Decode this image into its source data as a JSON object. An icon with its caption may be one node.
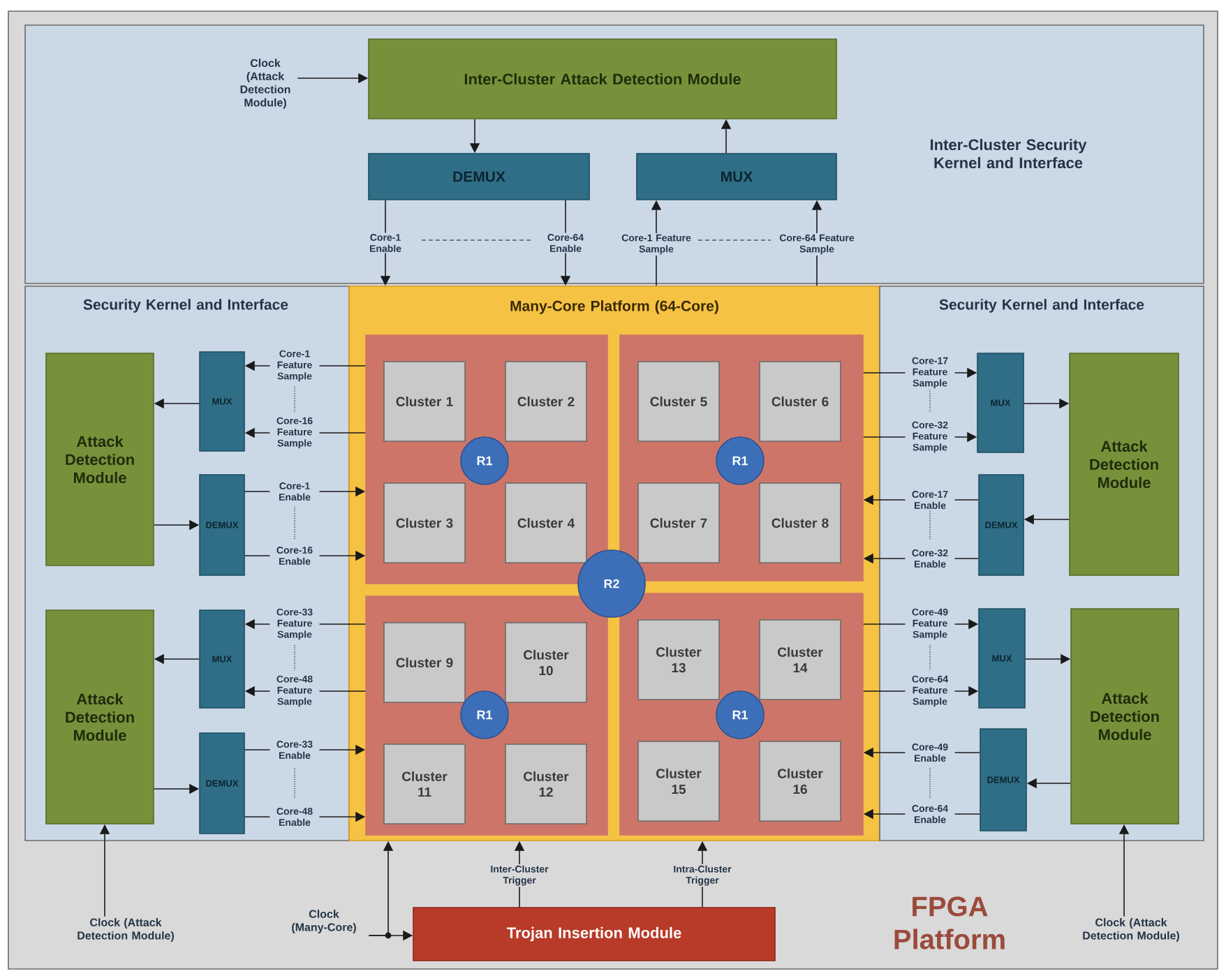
{
  "diagram": {
    "nodes": [
      {
        "text": [
          "FPGA Platform"
        ]
      },
      {
        "text": [
          "Inter-Cluster Security Kernel and Interface"
        ],
        "in": 0
      },
      {
        "text": [
          "Inter-Cluster Attack Detection Module"
        ],
        "in": 1
      },
      {
        "text": [
          "DEMUX"
        ],
        "in": 1
      },
      {
        "text": [
          "MUX"
        ],
        "in": 1
      },
      {
        "text": [
          "Security Kernel and Interface"
        ],
        "in": 0
      },
      {
        "text": [
          "Attack Detection Module"
        ],
        "in": 5
      },
      {
        "text": [
          "MUX"
        ],
        "in": 5
      },
      {
        "text": [
          "DEMUX"
        ],
        "in": 5
      },
      {
        "text": [
          "Attack Detection Module"
        ],
        "in": 5
      },
      {
        "text": [
          "MUX"
        ],
        "in": 5
      },
      {
        "text": [
          "DEMUX"
        ],
        "in": 5
      },
      {
        "text": [
          "Many-Core Platform (64-Core)"
        ],
        "in": 0
      },
      {
        "text": [],
        "shape": "box",
        "in": 12
      },
      {
        "text": [
          "Cluster 1"
        ],
        "in": 13
      },
      {
        "text": [
          "Cluster 2"
        ],
        "in": 13
      },
      {
        "text": [
          "Cluster 3"
        ],
        "in": 13
      },
      {
        "text": [
          "Cluster 4"
        ],
        "in": 13
      },
      {
        "text": [
          "R1"
        ],
        "in": 13
      },
      {
        "text": [],
        "shape": "box",
        "in": 12
      },
      {
        "text": [
          "Cluster 5"
        ],
        "in": 19
      },
      {
        "text": [
          "Cluster 6"
        ],
        "in": 19
      },
      {
        "text": [
          "Cluster 7"
        ],
        "in": 19
      },
      {
        "text": [
          "Cluster 8"
        ],
        "in": 19
      },
      {
        "text": [
          "R1"
        ],
        "in": 19
      },
      {
        "text": [],
        "shape": "box",
        "in": 12
      },
      {
        "text": [
          "Cluster 9"
        ],
        "in": 25
      },
      {
        "text": [
          "Cluster 10"
        ],
        "in": 25
      },
      {
        "text": [
          "Cluster 11"
        ],
        "in": 25
      },
      {
        "text": [
          "Cluster 12"
        ],
        "in": 25
      },
      {
        "text": [
          "R1"
        ],
        "in": 25
      },
      {
        "text": [],
        "shape": "box",
        "in": 12
      },
      {
        "text": [
          "Cluster 13"
        ],
        "in": 31
      },
      {
        "text": [
          "Cluster 14"
        ],
        "in": 31
      },
      {
        "text": [
          "Cluster 15"
        ],
        "in": 31
      },
      {
        "text": [
          "Cluster 16"
        ],
        "in": 31
      },
      {
        "text": [
          "R1"
        ],
        "in": 31
      },
      {
        "text": [
          "R2"
        ],
        "in": 12
      },
      {
        "text": [
          "Security Kernel and Interface"
        ],
        "in": 0
      },
      {
        "text": [
          "MUX"
        ],
        "in": 38
      },
      {
        "text": [
          "Attack Detection Module"
        ],
        "in": 38
      },
      {
        "text": [
          "DEMUX"
        ],
        "in": 38
      },
      {
        "text": [
          "MUX"
        ],
        "in": 38
      },
      {
        "text": [
          "Attack Detection Module"
        ],
        "in": 38
      },
      {
        "text": [
          "DEMUX"
        ],
        "in": 38
      },
      {
        "text": [
          "Trojan Insertion Module"
        ],
        "in": 0
      },
      {
        "text": [
          "Clock (Attack Detection Module)"
        ],
        "in": 1
      },
      {
        "text": [
          "Clock (Attack Detection Module)"
        ],
        "in": 0
      },
      {
        "text": [
          "Clock (Many-Core)"
        ],
        "in": 0
      },
      {
        "text": [
          "Clock (Attack Detection Module)"
        ],
        "in": 0
      }
    ],
    "edges": [
      {
        "from": 46,
        "to": 2,
        "arrow": "to"
      },
      {
        "from": 2,
        "to": 3,
        "arrow": "to"
      },
      {
        "from": 4,
        "to": 2,
        "arrow": "to"
      },
      {
        "from": 3,
        "to": 12,
        "arrow": "to",
        "label": "Core-1 Enable"
      },
      {
        "from": 3,
        "to": 12,
        "arrow": "to",
        "label": "Core-64 Enable"
      },
      {
        "from": 12,
        "to": 4,
        "arrow": "to",
        "label": "Core-1 Feature Sample"
      },
      {
        "from": 12,
        "to": 4,
        "arrow": "to",
        "label": "Core-64 Feature Sample"
      },
      {
        "from": 13,
        "to": 7,
        "arrow": "to",
        "label": "Core-1 Feature Sample"
      },
      {
        "from": 13,
        "to": 7,
        "arrow": "to",
        "label": "Core-16 Feature Sample"
      },
      {
        "from": 7,
        "to": 6,
        "arrow": "to"
      },
      {
        "from": 6,
        "to": 8,
        "arrow": "to"
      },
      {
        "from": 8,
        "to": 13,
        "arrow": "to",
        "label": "Core-1 Enable"
      },
      {
        "from": 8,
        "to": 13,
        "arrow": "to",
        "label": "Core-16 Enable"
      },
      {
        "from": 25,
        "to": 10,
        "arrow": "to",
        "label": "Core-33 Feature Sample"
      },
      {
        "from": 25,
        "to": 10,
        "arrow": "to",
        "label": "Core-48 Feature Sample"
      },
      {
        "from": 10,
        "to": 9,
        "arrow": "to"
      },
      {
        "from": 9,
        "to": 11,
        "arrow": "to"
      },
      {
        "from": 11,
        "to": 25,
        "arrow": "to",
        "label": "Core-33 Enable"
      },
      {
        "from": 11,
        "to": 25,
        "arrow": "to",
        "label": "Core-48 Enable"
      },
      {
        "from": 19,
        "to": 39,
        "arrow": "to",
        "label": "Core-17 Feature Sample"
      },
      {
        "from": 19,
        "to": 39,
        "arrow": "to",
        "label": "Core-32 Feature Sample"
      },
      {
        "from": 39,
        "to": 40,
        "arrow": "to"
      },
      {
        "from": 40,
        "to": 41,
        "arrow": "to"
      },
      {
        "from": 41,
        "to": 19,
        "arrow": "to",
        "label": "Core-17 Enable"
      },
      {
        "from": 41,
        "to": 19,
        "arrow": "to",
        "label": "Core-32 Enable"
      },
      {
        "from": 31,
        "to": 42,
        "arrow": "to",
        "label": "Core-49 Feature Sample"
      },
      {
        "from": 31,
        "to": 42,
        "arrow": "to",
        "label": "Core-64 Feature Sample"
      },
      {
        "from": 42,
        "to": 43,
        "arrow": "to"
      },
      {
        "from": 43,
        "to": 44,
        "arrow": "to"
      },
      {
        "from": 44,
        "to": 31,
        "arrow": "to",
        "label": "Core-49 Enable"
      },
      {
        "from": 44,
        "to": 31,
        "arrow": "to",
        "label": "Core-64 Enable"
      },
      {
        "from": 47,
        "to": 9,
        "arrow": "to"
      },
      {
        "from": 48,
        "to": 12,
        "arrow": "to"
      },
      {
        "from": 48,
        "to": 45,
        "arrow": "to"
      },
      {
        "from": 45,
        "to": 12,
        "arrow": "to",
        "label": "Inter-Cluster Trigger"
      },
      {
        "from": 45,
        "to": 12,
        "arrow": "to",
        "label": "Intra-Cluster Trigger"
      },
      {
        "from": 49,
        "to": 43,
        "arrow": "to"
      }
    ]
  }
}
